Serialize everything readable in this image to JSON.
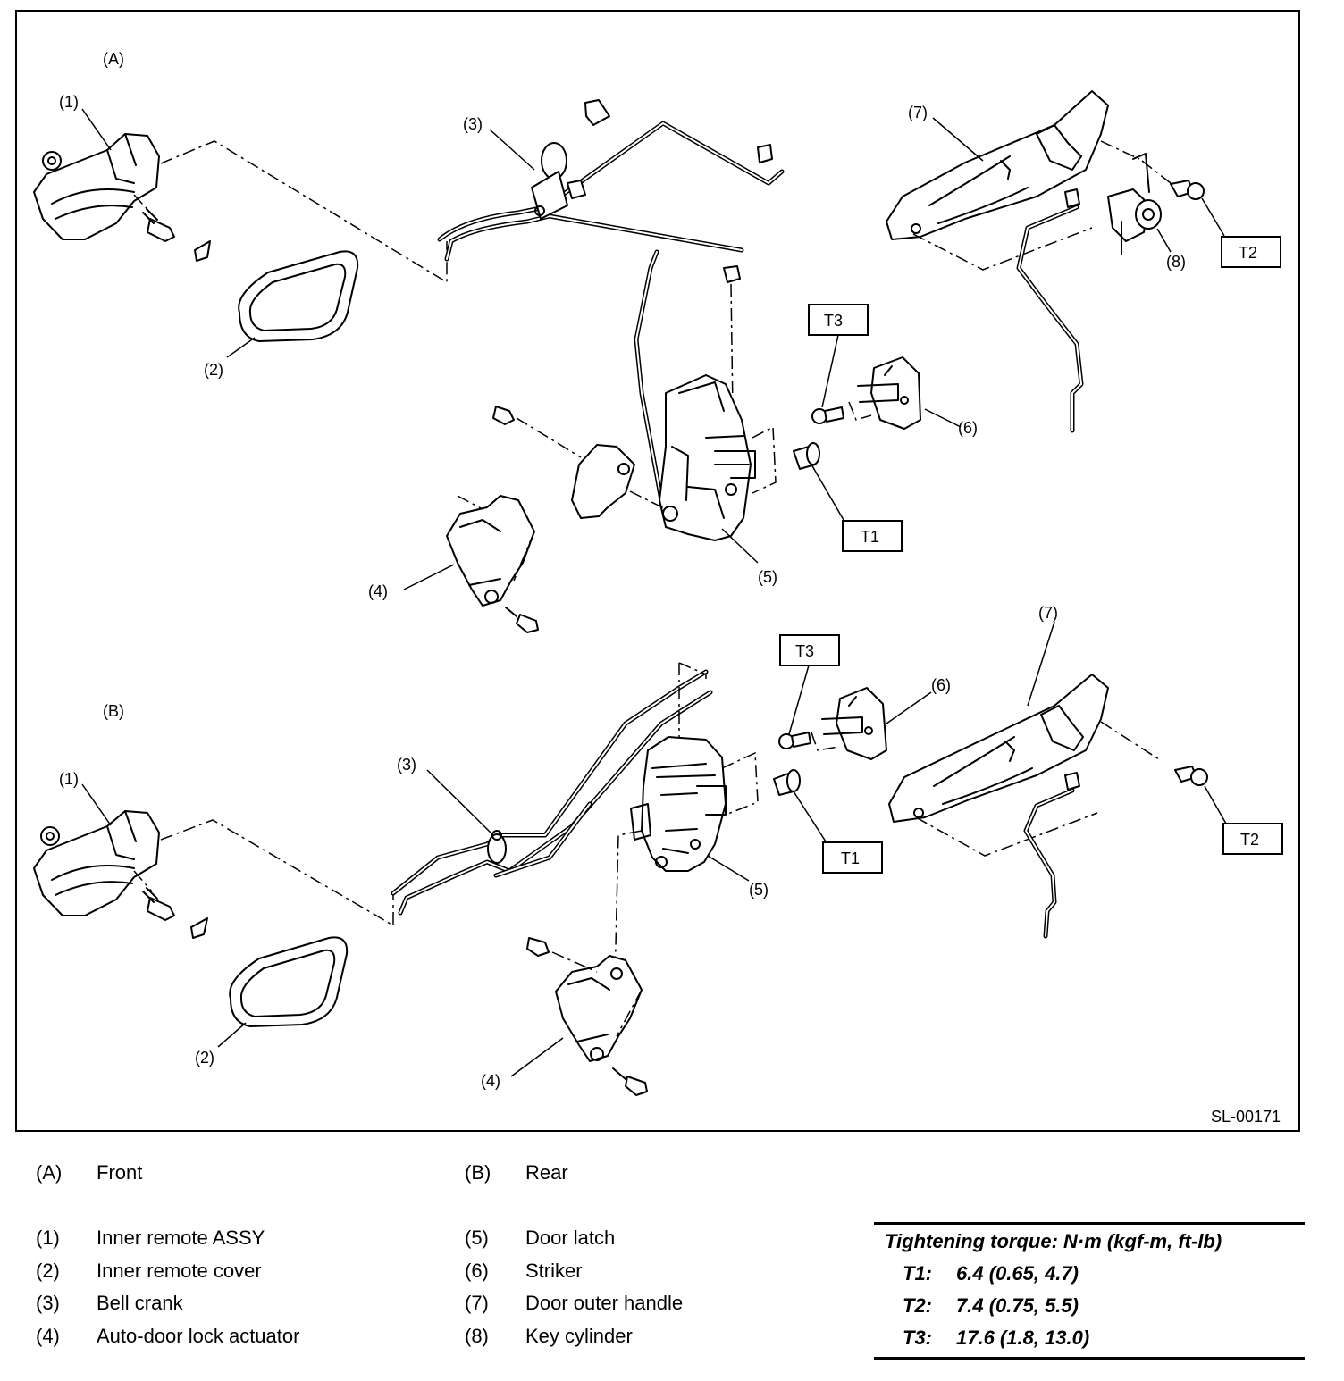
{
  "diagram": {
    "code": "SL-00171",
    "section_a": "(A)",
    "section_b": "(B)",
    "callouts": [
      "(1)",
      "(2)",
      "(3)",
      "(4)",
      "(5)",
      "(6)",
      "(7)",
      "(8)"
    ],
    "torque_tags": [
      "T1",
      "T2",
      "T3"
    ]
  },
  "legend": {
    "sections": [
      {
        "key": "(A)",
        "label": "Front"
      },
      {
        "key": "(B)",
        "label": "Rear"
      }
    ],
    "parts_left": [
      {
        "num": "(1)",
        "label": "Inner remote ASSY"
      },
      {
        "num": "(2)",
        "label": "Inner remote cover"
      },
      {
        "num": "(3)",
        "label": "Bell crank"
      },
      {
        "num": "(4)",
        "label": "Auto-door lock actuator"
      }
    ],
    "parts_right": [
      {
        "num": "(5)",
        "label": "Door latch"
      },
      {
        "num": "(6)",
        "label": "Striker"
      },
      {
        "num": "(7)",
        "label": "Door outer handle"
      },
      {
        "num": "(8)",
        "label": "Key cylinder"
      }
    ]
  },
  "torque": {
    "title": "Tightening torque: N·m (kgf-m, ft-lb)",
    "rows": [
      {
        "key": "T1:",
        "value": "6.4 (0.65, 4.7)"
      },
      {
        "key": "T2:",
        "value": "7.4 (0.75, 5.5)"
      },
      {
        "key": "T3:",
        "value": "17.6 (1.8, 13.0)"
      }
    ]
  }
}
